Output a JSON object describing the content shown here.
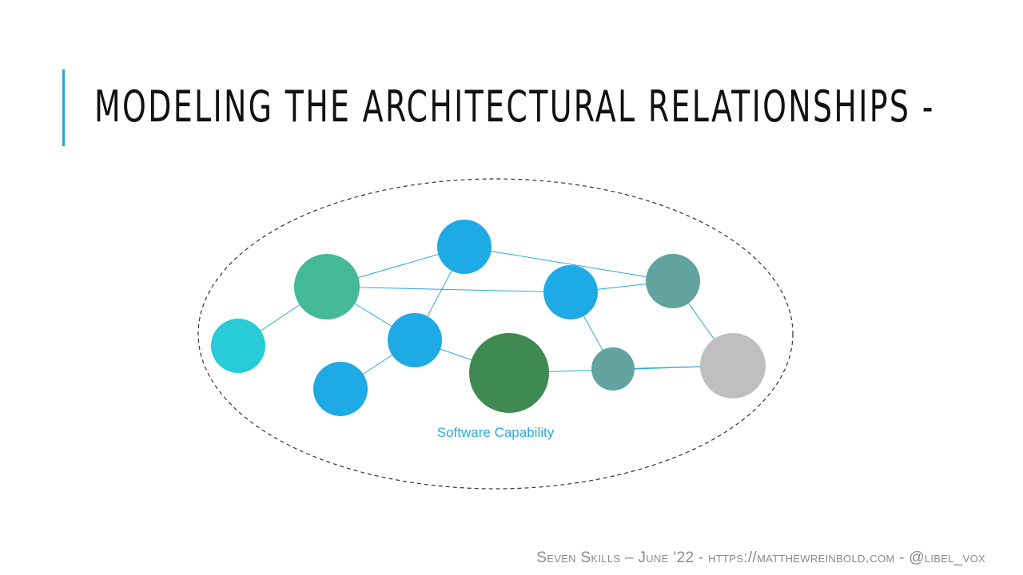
{
  "slide": {
    "title": "MODELING THE ARCHITECTURAL RELATIONSHIPS -",
    "footer": "Seven Skills – June ’22 - https://matthewreinbold.com - @libel_vox"
  },
  "diagram": {
    "boundary_label": "Software Capability",
    "colors": {
      "accent": "#2aa6d4",
      "blue": "#1eabe5",
      "green": "#43b997",
      "cyan": "#27ccd8",
      "teal": "#62a29f",
      "dark_green": "#3f8953",
      "gray": "#bfbfbf",
      "edge": "#29a9df",
      "boundary": "#333333",
      "label": "#29a9df"
    },
    "nodes": [
      {
        "id": "n1",
        "color": "blue"
      },
      {
        "id": "n2",
        "color": "green"
      },
      {
        "id": "n3",
        "color": "blue"
      },
      {
        "id": "n4",
        "color": "teal"
      },
      {
        "id": "n5",
        "color": "cyan"
      },
      {
        "id": "n6",
        "color": "blue"
      },
      {
        "id": "n7",
        "color": "dark_green"
      },
      {
        "id": "n8",
        "color": "teal"
      },
      {
        "id": "n9",
        "color": "gray"
      },
      {
        "id": "n10",
        "color": "blue"
      }
    ],
    "edges": [
      [
        "n2",
        "n1"
      ],
      [
        "n1",
        "n4"
      ],
      [
        "n2",
        "n3"
      ],
      [
        "n3",
        "n4"
      ],
      [
        "n2",
        "n5"
      ],
      [
        "n2",
        "n6"
      ],
      [
        "n1",
        "n6"
      ],
      [
        "n6",
        "n10"
      ],
      [
        "n6",
        "n7"
      ],
      [
        "n3",
        "n8"
      ],
      [
        "n8",
        "n9"
      ],
      [
        "n4",
        "n9"
      ],
      [
        "n7",
        "n9"
      ]
    ]
  }
}
